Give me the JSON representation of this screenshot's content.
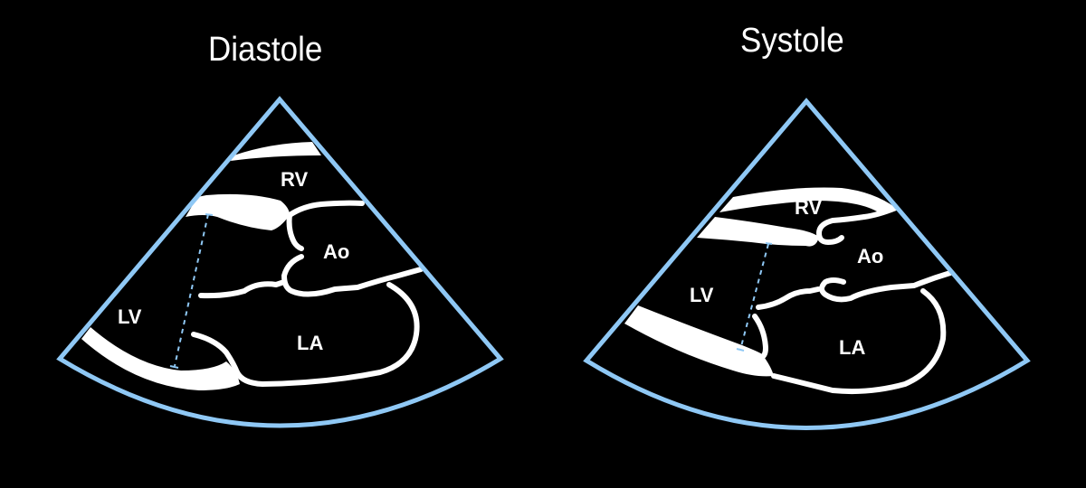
{
  "panels": [
    {
      "title": "Diastole",
      "labels": {
        "rv": "RV",
        "ao": "Ao",
        "lv": "LV",
        "la": "LA"
      }
    },
    {
      "title": "Systole",
      "labels": {
        "rv": "RV",
        "ao": "Ao",
        "lv": "LV",
        "la": "LA"
      }
    }
  ],
  "colors": {
    "background": "#000000",
    "sector_outline": "#8fc8f5",
    "structures": "#ffffff",
    "measurement_line": "#8fc8f5"
  }
}
